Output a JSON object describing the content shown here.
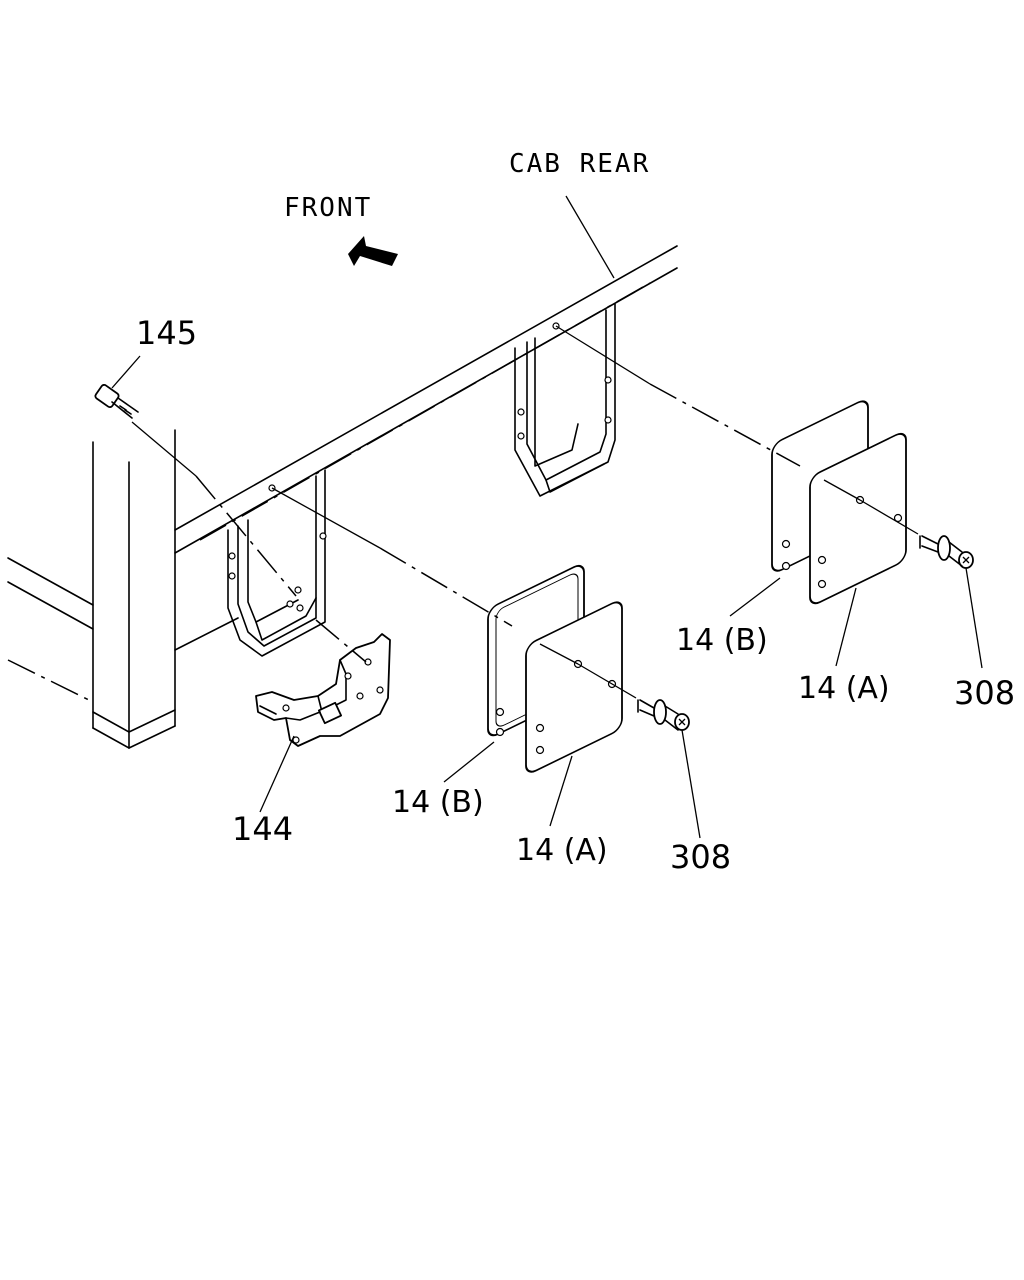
{
  "labels": {
    "cab_rear": "CAB REAR",
    "front": "FRONT",
    "part_145": "145",
    "part_144": "144",
    "part_14b_left": "14 (B)",
    "part_14a_left": "14 (A)",
    "part_308_left": "308",
    "part_14b_right": "14 (B)",
    "part_14a_right": "14 (A)",
    "part_308_right": "308"
  },
  "icons": {
    "direction": "arrow-icon"
  }
}
